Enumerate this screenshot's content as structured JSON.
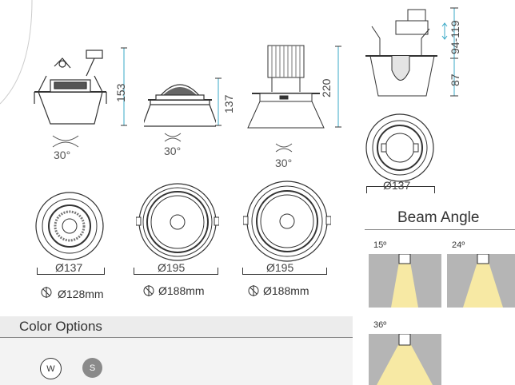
{
  "products": [
    {
      "height": "153",
      "beam_angle": "30°",
      "diameter": "Ø137",
      "cutout": "Ø128mm"
    },
    {
      "height": "137",
      "beam_angle": "30°",
      "diameter": "Ø195",
      "cutout": "Ø188mm"
    },
    {
      "height": "220",
      "beam_angle": "30°",
      "diameter": "Ø195",
      "cutout": "Ø188mm"
    },
    {
      "height_range": "94-119",
      "height_low": "87",
      "diameter": "Ø137"
    }
  ],
  "beam_angle": {
    "title": "Beam Angle",
    "options": [
      {
        "label": "15º"
      },
      {
        "label": "24º"
      },
      {
        "label": "36º"
      }
    ]
  },
  "color_options": {
    "title": "Color Options",
    "swatches": [
      {
        "label": "W",
        "color": "#ffffff"
      },
      {
        "label": "S",
        "color": "#8a8a8a"
      }
    ]
  },
  "colors": {
    "light": "#f7e9a4",
    "panel": "#b5b5b5"
  }
}
